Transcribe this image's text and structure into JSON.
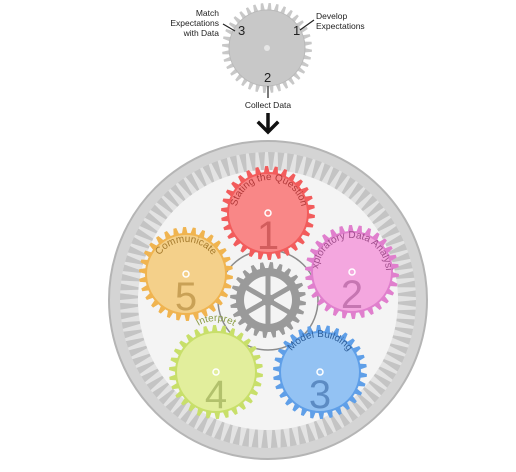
{
  "top_cycle": {
    "steps": [
      {
        "number": "1",
        "label_line1": "Develop",
        "label_line2": "Expectations"
      },
      {
        "number": "2",
        "label_line1": "Collect Data"
      },
      {
        "number": "3",
        "label_line1": "Match",
        "label_line2": "Expectations",
        "label_line3": "with Data"
      }
    ]
  },
  "main_cycle": {
    "steps": [
      {
        "number": "1",
        "label": "Stating the Question",
        "fill": "#f98787",
        "ring": "#f25c5c",
        "text": "#b23a3a"
      },
      {
        "number": "2",
        "label": "Exploratory Data Analysis",
        "fill": "#f4a7df",
        "ring": "#e07fcd",
        "text": "#a04e8c"
      },
      {
        "number": "3",
        "label": "Model Building",
        "fill": "#93c2f3",
        "ring": "#5f9fe8",
        "text": "#2f5f9a"
      },
      {
        "number": "4",
        "label": "Interpret",
        "fill": "#e2ee9c",
        "ring": "#c8df6a",
        "text": "#8a9c45"
      },
      {
        "number": "5",
        "label": "Communicate",
        "fill": "#f4d08a",
        "ring": "#f0b450",
        "text": "#a57a2c"
      }
    ]
  },
  "colors": {
    "gear_gray": "#c8c8c8",
    "gear_gray_dark": "#a9a9a9",
    "ring_outer": "#cfcfcf",
    "center_gear": "#9a9a9a",
    "arrow": "#111111"
  }
}
